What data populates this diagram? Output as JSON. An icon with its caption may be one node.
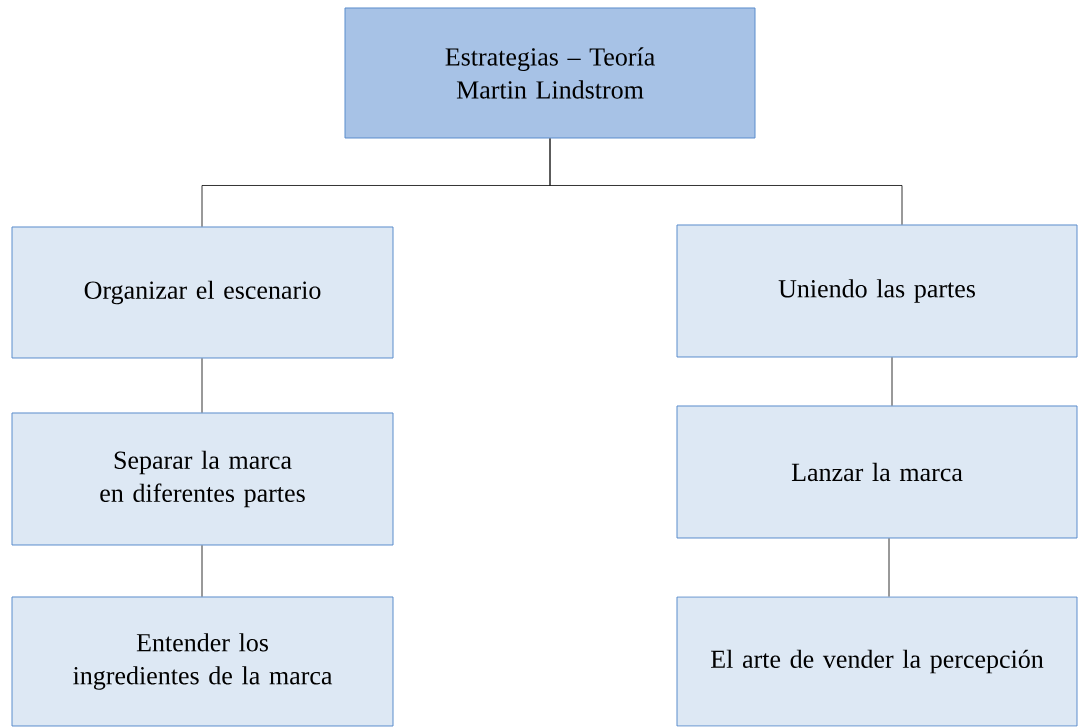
{
  "diagram": {
    "nodes": [
      {
        "text": [
          "Estrategias – Teoría Martin Lindstrom"
        ]
      },
      {
        "text": [
          "Organizar el escenario"
        ]
      },
      {
        "text": [
          "Separar la marca en diferentes partes"
        ]
      },
      {
        "text": [
          "Entender los ingredientes de la marca"
        ]
      },
      {
        "text": [
          "Uniendo las partes"
        ]
      },
      {
        "text": [
          "Lanzar la marca"
        ]
      },
      {
        "text": [
          "El arte de vender la percepción"
        ]
      }
    ],
    "edges": [
      {
        "from": 0,
        "to": 1,
        "arrow": "none"
      },
      {
        "from": 0,
        "to": 4,
        "arrow": "none"
      },
      {
        "from": 1,
        "to": 2,
        "arrow": "none"
      },
      {
        "from": 2,
        "to": 3,
        "arrow": "none"
      },
      {
        "from": 4,
        "to": 5,
        "arrow": "none"
      },
      {
        "from": 5,
        "to": 6,
        "arrow": "none"
      }
    ]
  }
}
